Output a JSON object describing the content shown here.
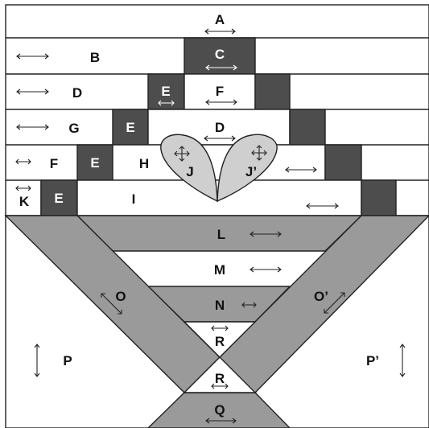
{
  "colors": {
    "background": "#ffffff",
    "dark_block": "#4d4d4d",
    "band_gray": "#9a9a9a",
    "heart_gray": "#cfcfcf",
    "outline": "#222222"
  },
  "labels": {
    "A": "A",
    "B": "B",
    "C": "C",
    "D1": "D",
    "E1": "E",
    "F1": "F",
    "G": "G",
    "E2": "E",
    "D2": "D",
    "F2": "F",
    "E3": "E",
    "H": "H",
    "J": "J",
    "J_prime": "J’",
    "K": "K",
    "E4": "E",
    "I": "I",
    "L": "L",
    "M": "M",
    "N": "N",
    "O": "O",
    "O_prime": "O’",
    "R1": "R",
    "R2": "R",
    "P": "P",
    "P_prime": "P’",
    "Q": "Q"
  }
}
